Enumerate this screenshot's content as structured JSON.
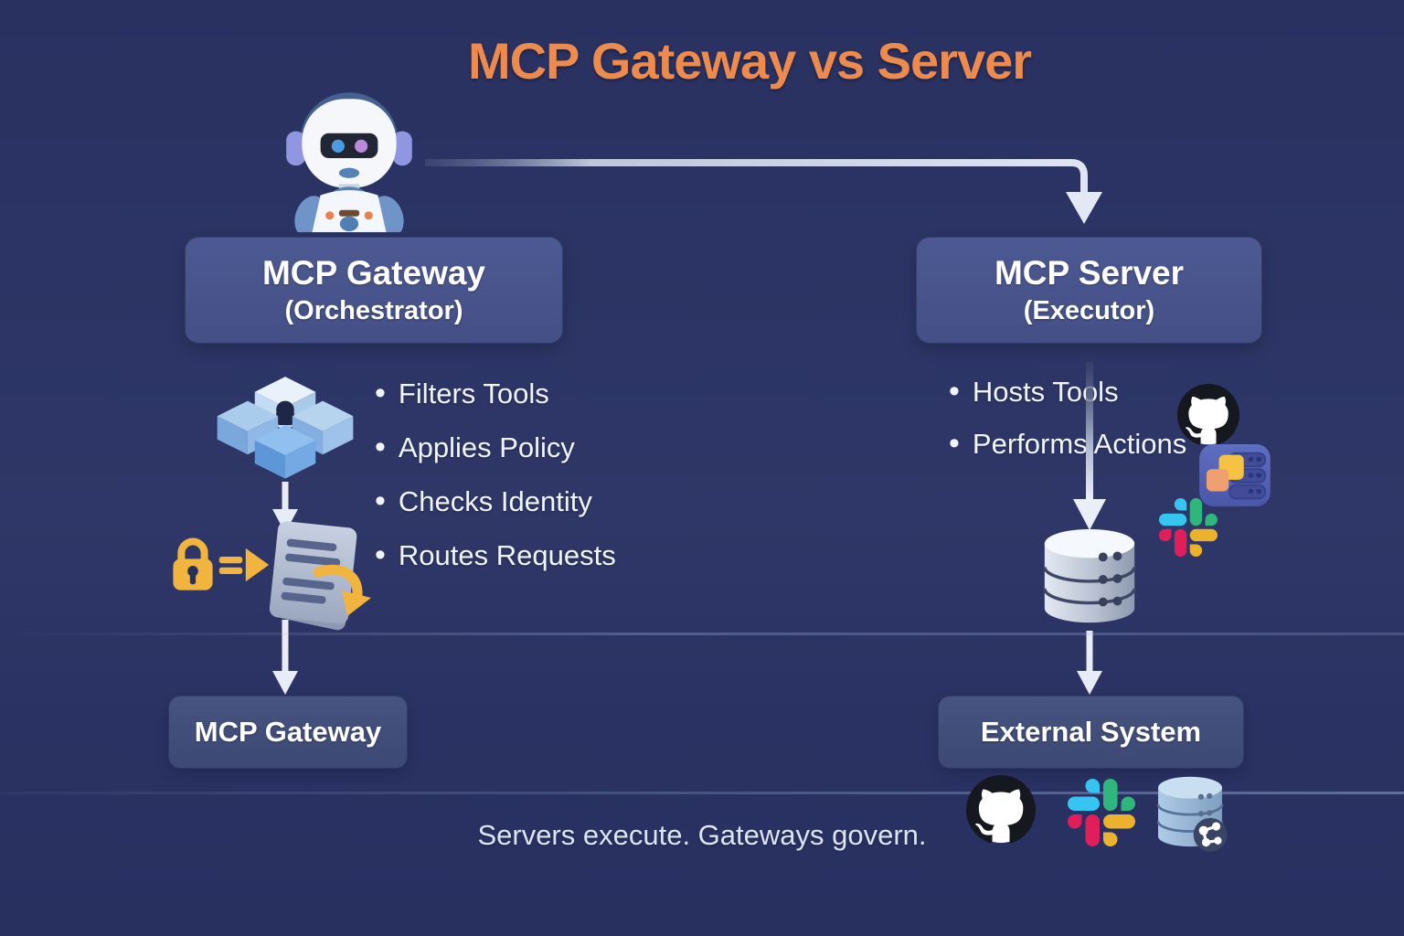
{
  "title": "MCP Gateway vs Server",
  "bullet_glyph": "•",
  "gateway": {
    "box_title": "MCP Gateway",
    "box_subtitle": "(Orchestrator)",
    "bullets": [
      "Filters Tools",
      "Applies Policy",
      "Checks Identity",
      "Routes Requests"
    ],
    "bottom_label": "MCP Gateway"
  },
  "server": {
    "box_title": "MCP Server",
    "box_subtitle": "(Executor)",
    "bullets": [
      "Hosts Tools",
      "Performs Actions"
    ],
    "bottom_label": "External System"
  },
  "footer": "Servers execute. Gateways govern.",
  "colors": {
    "background": "#2B3363",
    "title_orange": "#ED8A4E",
    "panel_blue": "#4A568E",
    "accent_yellow": "#F0B43F",
    "text_white": "#F4F7FC",
    "github_dark": "#15181E",
    "slack_blue": "#36C5F0",
    "slack_green": "#2EB67D",
    "slack_yellow": "#ECB22E",
    "slack_red": "#E01E5A"
  },
  "icons": {
    "robot": "robot-assistant-icon",
    "blocks": "modular-blocks-icon",
    "lock": "lock-icon",
    "double_arrow": "double-arrow-icon",
    "document": "policy-document-icon",
    "curved_arrow": "curved-arrow-icon",
    "github": "github-icon",
    "slack": "slack-icon",
    "database_app": "database-app-icon",
    "database": "database-cylinder-icon",
    "external_database": "external-database-icon"
  }
}
